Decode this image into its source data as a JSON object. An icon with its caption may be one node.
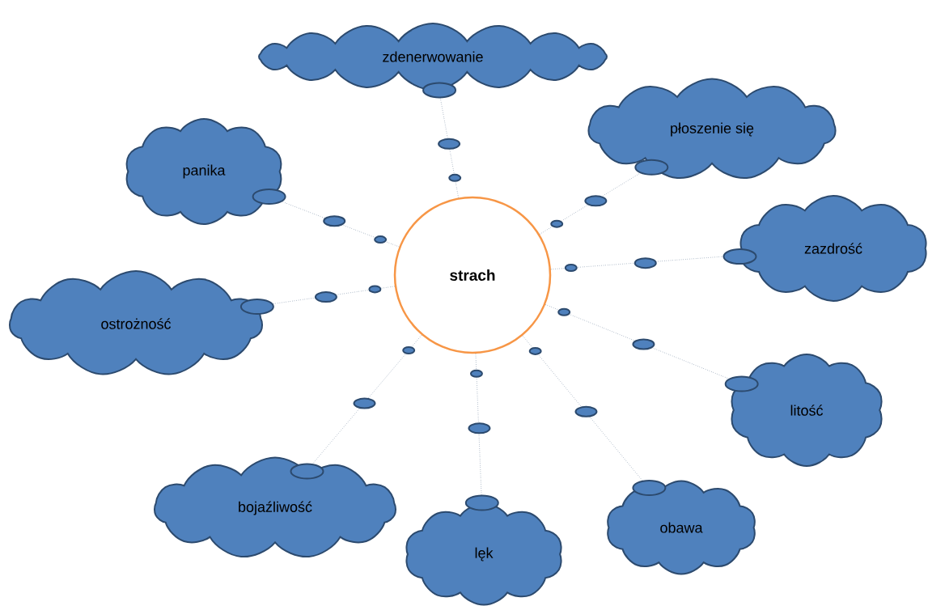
{
  "diagram": {
    "nodes": [
      {
        "text": [
          "strach"
        ]
      },
      {
        "text": [
          "zdenerwowanie"
        ]
      },
      {
        "text": [
          "płoszenie się"
        ]
      },
      {
        "text": [
          "panika"
        ]
      },
      {
        "text": [
          "zazdrość"
        ]
      },
      {
        "text": [
          "ostrożność"
        ]
      },
      {
        "text": [
          "litość"
        ]
      },
      {
        "text": [
          "bojaźliwość"
        ]
      },
      {
        "text": [
          "obawa"
        ]
      },
      {
        "text": [
          "lęk"
        ]
      }
    ],
    "edges": [
      {
        "from": 0,
        "to": 1,
        "arrow": "other"
      },
      {
        "from": 0,
        "to": 2,
        "arrow": "other"
      },
      {
        "from": 0,
        "to": 3,
        "arrow": "other"
      },
      {
        "from": 0,
        "to": 4,
        "arrow": "other"
      },
      {
        "from": 0,
        "to": 5,
        "arrow": "other"
      },
      {
        "from": 0,
        "to": 6,
        "arrow": "other"
      },
      {
        "from": 0,
        "to": 7,
        "arrow": "other"
      },
      {
        "from": 0,
        "to": 8,
        "arrow": "other"
      },
      {
        "from": 0,
        "to": 9,
        "arrow": "other"
      }
    ]
  }
}
